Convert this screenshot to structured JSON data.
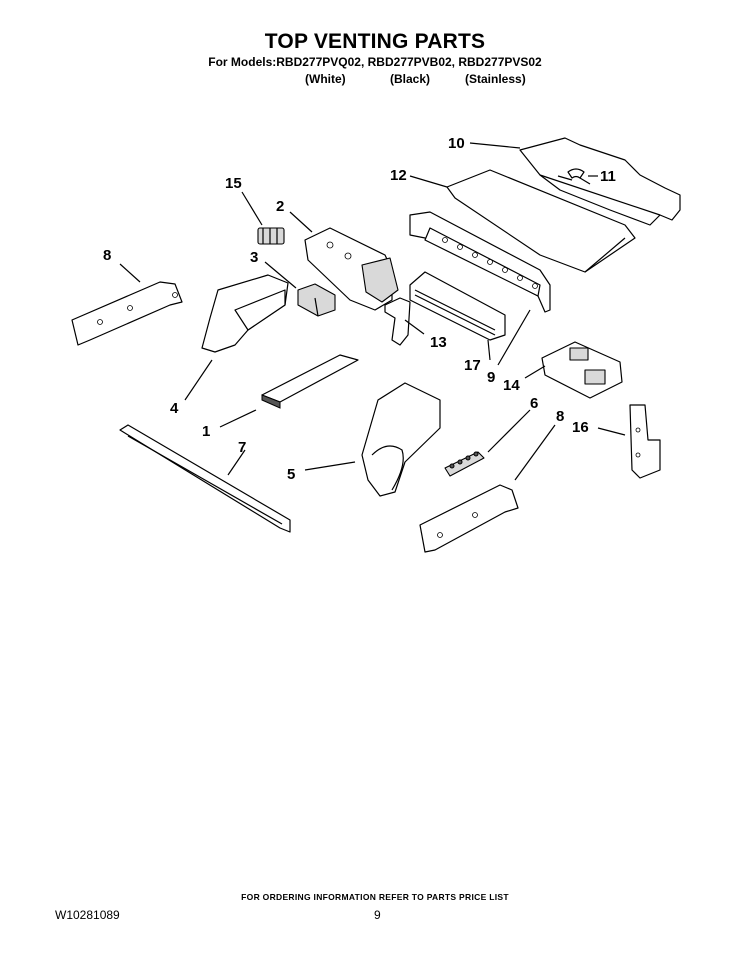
{
  "header": {
    "title": "TOP VENTING PARTS",
    "models": "For Models:RBD277PVQ02, RBD277PVB02, RBD277PVS02",
    "variants": [
      "(White)",
      "(Black)",
      "(Stainless)"
    ]
  },
  "callouts": {
    "c1": "1",
    "c2": "2",
    "c3": "3",
    "c4": "4",
    "c5": "5",
    "c6": "6",
    "c7": "7",
    "c8a": "8",
    "c8b": "8",
    "c9": "9",
    "c10": "10",
    "c11": "11",
    "c12": "12",
    "c13": "13",
    "c14": "14",
    "c15": "15",
    "c16": "16",
    "c17": "17"
  },
  "footer": {
    "note": "FOR ORDERING INFORMATION REFER TO PARTS PRICE LIST",
    "doc_number": "W10281089",
    "page_number": "9"
  }
}
